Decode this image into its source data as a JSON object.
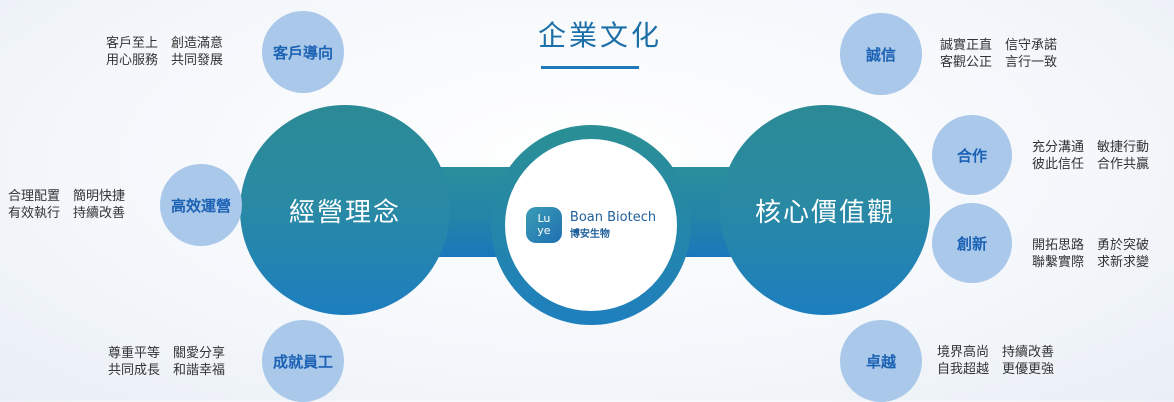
{
  "title": "企業文化",
  "left_main": "經營理念",
  "right_main": "核心價值觀",
  "logo": {
    "mark_top": "Lu",
    "mark_bottom": "ye",
    "name": "Boan Biotech",
    "sub": "博安生物"
  },
  "left_items": [
    {
      "label": "客戶導向",
      "line1": "客戶至上　創造滿意",
      "line2": "用心服務　共同發展"
    },
    {
      "label": "高效運營",
      "line1": "合理配置　簡明快捷",
      "line2": "有效執行　持續改善"
    },
    {
      "label": "成就員工",
      "line1": "尊重平等　關愛分享",
      "line2": "共同成長　和諧幸福"
    }
  ],
  "right_items": [
    {
      "label": "誠信",
      "line1": "誠實正直　信守承諾",
      "line2": "客觀公正　言行一致"
    },
    {
      "label": "合作",
      "line1": "充分溝通　敏捷行動",
      "line2": "彼此信任　合作共贏"
    },
    {
      "label": "創新",
      "line1": "開拓思路　勇於突破",
      "line2": "聯繫實際　求新求變"
    },
    {
      "label": "卓越",
      "line1": "境界高尚　持續改善",
      "line2": "自我超越　更優更強"
    }
  ]
}
